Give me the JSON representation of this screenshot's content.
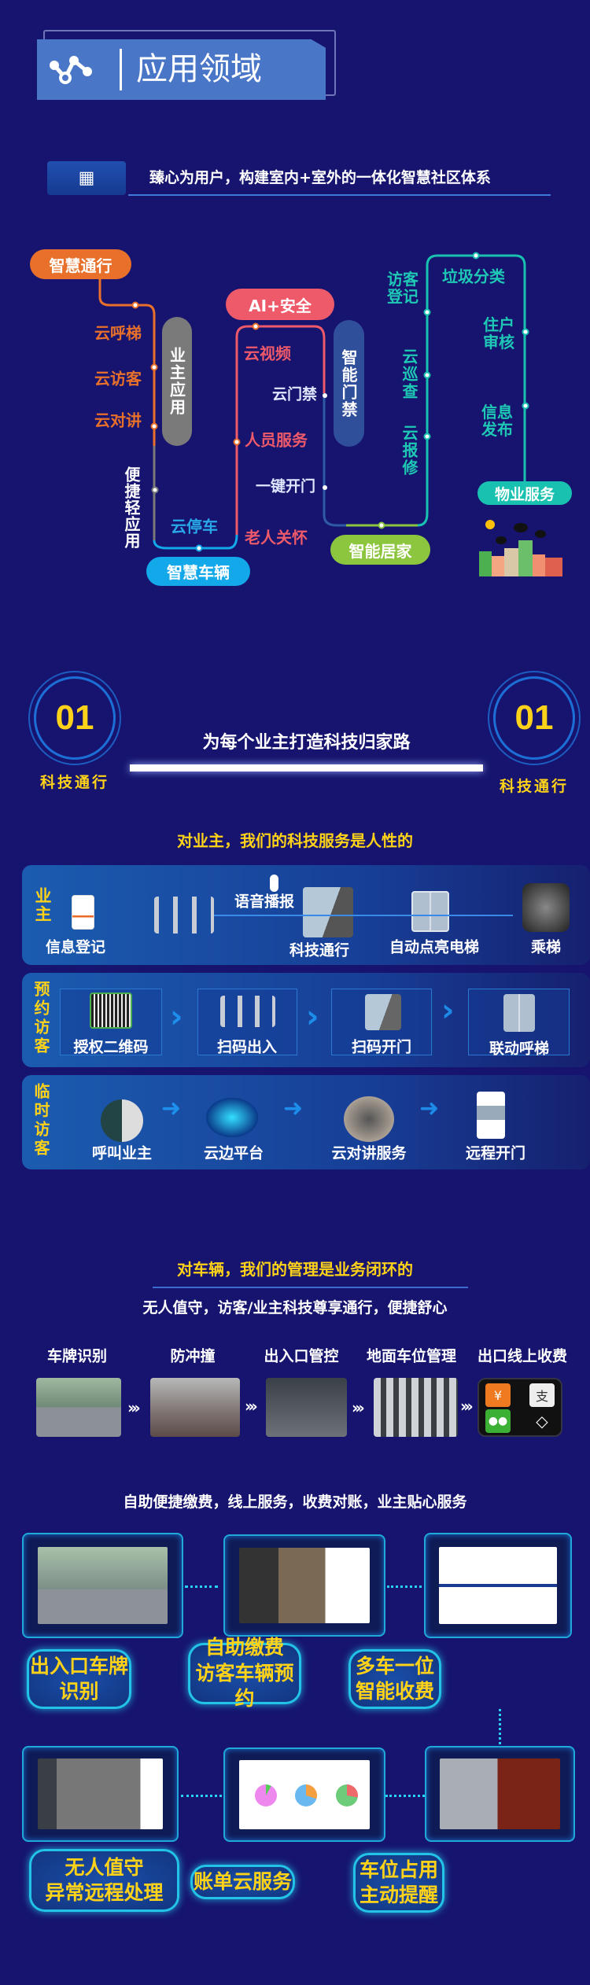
{
  "header": {
    "title": "应用领域",
    "icon": "share-nodes-icon"
  },
  "subtitle": {
    "text": "臻心为用户，构建室内+室外的一体化智慧社区体系",
    "icon": "community-icon"
  },
  "diagram": {
    "pills": {
      "smart_pass": "智慧通行",
      "owner_app": "业主应用",
      "smart_vehicle": "智慧车辆",
      "ai_safety": "AI+安全",
      "smart_access": "智能门禁",
      "smart_home": "智能居家",
      "property": "物业服务"
    },
    "labels": {
      "cloud_elevator": "云呼梯",
      "cloud_visitor": "云访客",
      "cloud_intercom": "云对讲",
      "light_app": "便捷轻应用",
      "cloud_parking": "云停车",
      "cloud_video": "云视频",
      "cloud_door": "云门禁",
      "staff_service": "人员服务",
      "one_key_open": "一键开门",
      "elder_care": "老人关怀",
      "visitor_register": "访客登记",
      "garbage": "垃圾分类",
      "cloud_patrol": "云巡查",
      "cloud_repair": "云报修",
      "resident_audit": "住户审核",
      "info_publish": "信息发布"
    },
    "colors": {
      "orange": "#e8702a",
      "gray": "#7a7a7a",
      "blue": "#12a8ea",
      "red": "#ef5a6a",
      "navy": "#2f4f9a",
      "green": "#8cc63f",
      "teal": "#19c2b0"
    }
  },
  "section01": {
    "number": "01",
    "tag": "科技通行",
    "title": "为每个业主打造科技归家路",
    "subtitle": "对业主，我们的科技服务是人性的"
  },
  "owner": {
    "label": "业主",
    "steps": [
      "信息登记",
      "语音播报",
      "科技通行",
      "自动点亮电梯",
      "乘梯"
    ]
  },
  "booked_visitor": {
    "label": "预约访客",
    "steps": [
      "授权二维码",
      "扫码出入",
      "扫码开门",
      "联动呼梯"
    ]
  },
  "temp_visitor": {
    "label": "临时访客",
    "steps": [
      "呼叫业主",
      "云边平台",
      "云对讲服务",
      "远程开门"
    ]
  },
  "vehicle": {
    "title": "对车辆，我们的管理是业务闭环的",
    "subtitle": "无人值守，访客/业主科技尊享通行，便捷舒心",
    "steps": [
      "车牌识别",
      "防冲撞",
      "出入口管控",
      "地面车位管理",
      "出口线上收费"
    ],
    "footer": "自助便捷缴费，线上服务，收费对账，业主贴心服务",
    "features": [
      {
        "line1": "出入口车牌",
        "line2": "识别"
      },
      {
        "line1": "自助缴费",
        "line2": "访客车辆预约"
      },
      {
        "line1": "多车一位",
        "line2": "智能收费"
      },
      {
        "line1": "无人值守",
        "line2": "异常远程处理"
      },
      {
        "line1": "账单云服务",
        "line2": ""
      },
      {
        "line1": "车位占用",
        "line2": "主动提醒"
      }
    ]
  }
}
